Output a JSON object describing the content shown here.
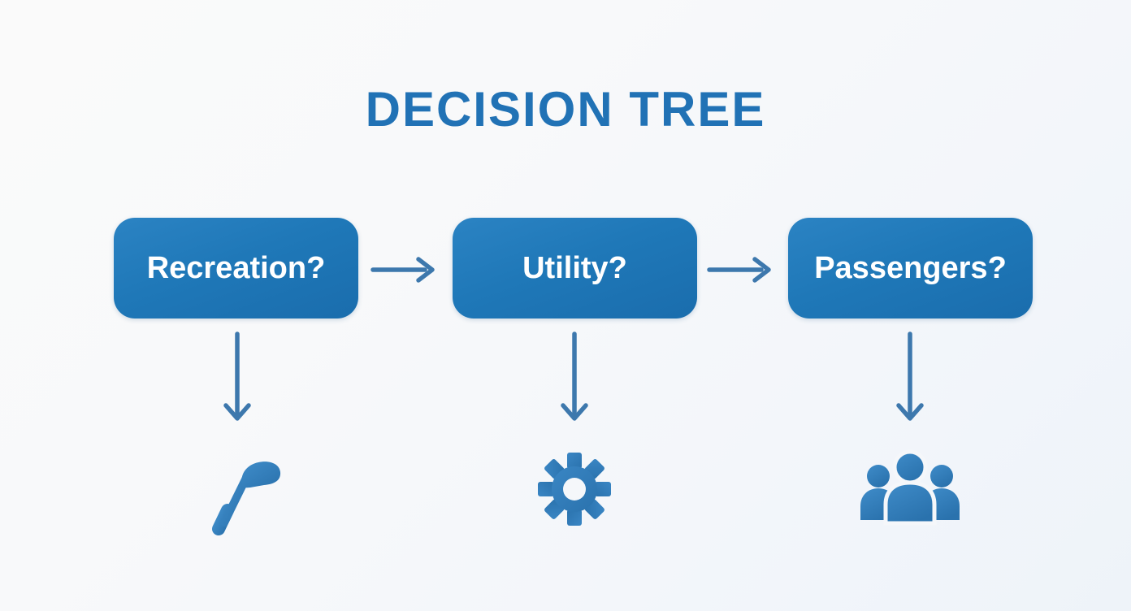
{
  "title": "DECISION TREE",
  "flow": {
    "nodes": [
      {
        "label": "Recreation?",
        "outcome_icon": "golf-club-icon"
      },
      {
        "label": "Utility?",
        "outcome_icon": "gear-icon"
      },
      {
        "label": "Passengers?",
        "outcome_icon": "people-icon"
      }
    ],
    "connectors": [
      "right-arrow",
      "right-arrow",
      "down-arrow",
      "down-arrow",
      "down-arrow"
    ]
  },
  "colors": {
    "title": "#2172b5",
    "node_fill": "#1f78b8",
    "node_text": "#ffffff",
    "arrow": "#3d78ad",
    "icon": "#2e7ab8",
    "background": "#f4f7fa"
  }
}
